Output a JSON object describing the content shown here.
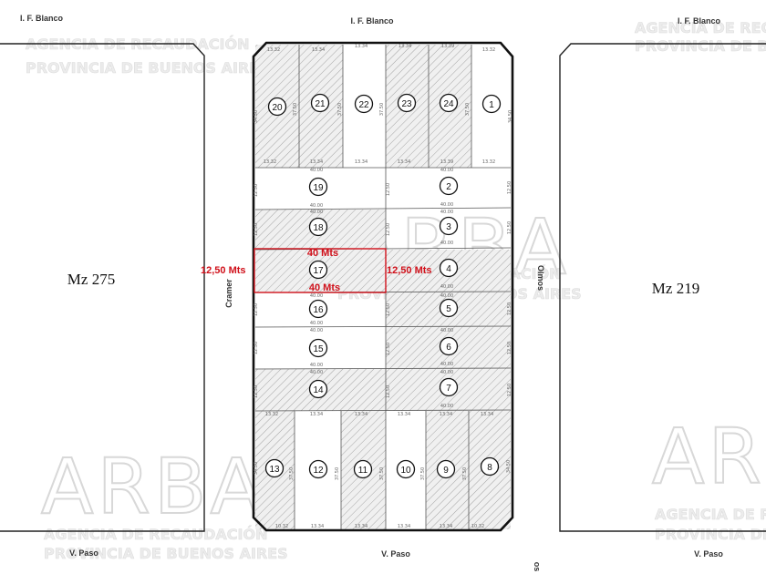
{
  "streets": {
    "top_left": "I. F. Blanco",
    "top_center": "I. F. Blanco",
    "top_right": "I. F. Blanco",
    "bottom_left": "V. Paso",
    "bottom_center": "V. Paso",
    "bottom_right": "V. Paso",
    "left": "Cramer",
    "right": "Olmos",
    "bottom_edge_fragment": "os"
  },
  "blocks": {
    "left": "Mz 275",
    "right": "Mz 219"
  },
  "watermark": {
    "brand": "ARBA",
    "line1": "AGENCIA DE RECAUDACIÓN",
    "line2": "PROVINCIA DE BUENOS AIRES"
  },
  "lots": {
    "top_row": [
      "20",
      "21",
      "22",
      "23",
      "24",
      "1"
    ],
    "left_column": [
      "19",
      "18",
      "17",
      "16",
      "15",
      "14"
    ],
    "right_column": [
      "2",
      "3",
      "4",
      "5",
      "6",
      "7"
    ],
    "bottom_row": [
      "13",
      "12",
      "11",
      "10",
      "9",
      "8"
    ]
  },
  "highlight": {
    "lot": "17",
    "top_label": "40 Mts",
    "bottom_label": "40 Mts",
    "left_label": "12,50 Mts",
    "right_label": "12,50 Mts"
  },
  "measurements": {
    "top_row_front": [
      "13.32",
      "13.34",
      "13.34",
      "13.34",
      "13.39",
      "13.32"
    ],
    "top_row_back": [
      "13.32",
      "13.34",
      "13.34",
      "13.34",
      "13.39",
      "13.32"
    ],
    "bottom_row_front": [
      "10.32",
      "13.34",
      "13.34",
      "13.34",
      "13.34",
      "10.32"
    ],
    "bottom_row_back": [
      "13.32",
      "13.34",
      "13.34",
      "13.34",
      "13.34",
      "13.34"
    ],
    "lot_width": "40.00",
    "lot_depth": "12.50",
    "corner_depth": "34.50",
    "deep_lot_depth": "37.50"
  },
  "colors": {
    "highlight": "#d0101a",
    "outline": "#111111",
    "hatch": "#9a9a9a"
  }
}
